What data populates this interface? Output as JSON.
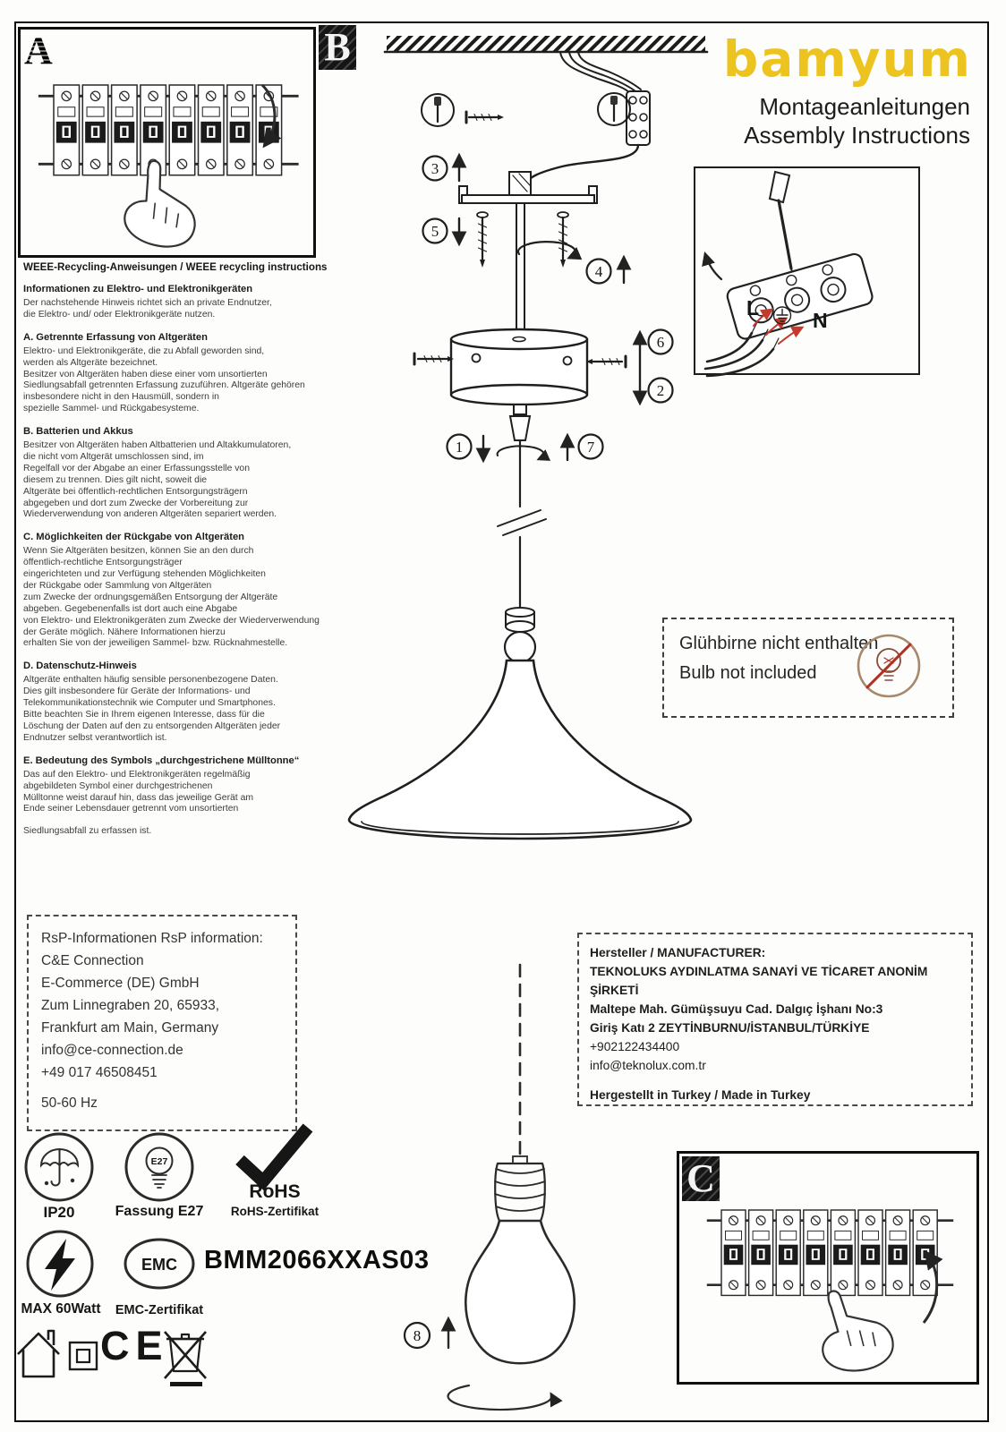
{
  "panels": {
    "a": "A",
    "b": "B",
    "c": "C"
  },
  "header": {
    "brand": "bamyum",
    "subtitle_de": "Montageanleitungen",
    "subtitle_en": "Assembly Instructions"
  },
  "steps": {
    "s1": "1",
    "s2": "2",
    "s3": "3",
    "s4": "4",
    "s5": "5",
    "s6": "6",
    "s7": "7",
    "s8": "8"
  },
  "wiring": {
    "l": "L",
    "n": "N"
  },
  "weee": {
    "title": "WEEE-Recycling-Anweisungen / WEEE recycling instructions",
    "sections": [
      {
        "heading": "Informationen zu Elektro- und Elektronikgeräten",
        "body": "Der nachstehende Hinweis richtet sich an private Endnutzer,\ndie Elektro- und/ oder Elektronikgeräte nutzen."
      },
      {
        "heading": "A. Getrennte Erfassung von Altgeräten",
        "body": "Elektro- und Elektronikgeräte, die zu Abfall geworden sind,\nwerden als Altgeräte bezeichnet.\nBesitzer von Altgeräten haben diese einer vom unsortierten\nSiedlungsabfall getrennten Erfassung zuzuführen. Altgeräte gehören\ninsbesondere nicht in den Hausmüll, sondern in\nspezielle Sammel- und Rückgabesysteme."
      },
      {
        "heading": "B. Batterien und Akkus",
        "body": "Besitzer von Altgeräten haben Altbatterien und Altakkumulatoren,\n die nicht vom Altgerät umschlossen sind, im\nRegelfall vor der Abgabe an einer Erfassungsstelle von\ndiesem zu trennen. Dies gilt nicht, soweit die\nAltgeräte bei öffentlich-rechtlichen Entsorgungsträgern\nabgegeben und dort zum Zwecke der Vorbereitung zur\nWiederverwendung von anderen Altgeräten separiert werden."
      },
      {
        "heading": "C. Möglichkeiten der Rückgabe von Altgeräten",
        "body": "Wenn Sie Altgeräten besitzen, können Sie an den durch\nöffentlich-rechtliche Entsorgungsträger\neingerichteten und zur Verfügung stehenden Möglichkeiten\nder Rückgabe oder Sammlung von Altgeräten\n zum Zwecke der ordnungsgemäßen Entsorgung der Altgeräte\nabgeben. Gegebenenfalls ist dort auch eine Abgabe\n von Elektro- und Elektronikgeräten zum Zwecke der Wiederverwendung\nder Geräte möglich. Nähere Informationen hierzu\nerhalten Sie von der jeweiligen Sammel- bzw. Rücknahmestelle."
      },
      {
        "heading": "D. Datenschutz-Hinweis",
        "body": "Altgeräte enthalten häufig sensible personenbezogene Daten.\nDies gilt insbesondere für Geräte der Informations- und\nTelekommunikationstechnik wie Computer und Smartphones.\n Bitte beachten Sie in Ihrem eigenen Interesse, dass für die\nLöschung der Daten auf den zu entsorgenden Altgeräten jeder\nEndnutzer selbst verantwortlich ist."
      },
      {
        "heading": "E. Bedeutung des Symbols „durchgestrichene Mülltonne“",
        "body": "Das auf den Elektro- und Elektronikgeräten regelmäßig\n abgebildeten Symbol einer durchgestrichenen\nMülltonne weist darauf hin, dass das jeweilige Gerät am\nEnde seiner Lebensdauer getrennt vom unsortierten"
      }
    ],
    "footer": "Siedlungsabfall zu erfassen ist."
  },
  "bulb_notice": {
    "line_de": "Glühbirne nicht enthalten",
    "line_en": "Bulb not included"
  },
  "rsp": {
    "title": "RsP-Informationen RsP information:",
    "lines": [
      "C&E Connection",
      "E-Commerce (DE) GmbH",
      "Zum Linnegraben 20, 65933,",
      "Frankfurt am Main, Germany",
      "info@ce-connection.de",
      "+49 017 46508451",
      "50-60 Hz"
    ]
  },
  "manufacturer": {
    "title": "Hersteller / MANUFACTURER:",
    "lines": [
      "TEKNOLUKS AYDINLATMA SANAYİ VE TİCARET ANONİM ŞİRKETİ",
      "Maltepe Mah. Gümüşsuyu Cad. Dalgıç İşhanı No:3",
      "Giriş Katı 2 ZEYTİNBURNU/İSTANBUL/TÜRKİYE"
    ],
    "phone": "+902122434400",
    "email": "info@teknolux.com.tr",
    "made_in": "Hergestellt in Turkey / Made in Turkey"
  },
  "certs": {
    "ip": "IP20",
    "socket_label": "Fassung E27",
    "e27_icon": "E27",
    "rohs": "RoHS",
    "rohs_cert": "RoHS-Zertifikat",
    "max_watt": "MAX 60Watt",
    "emc_icon": "EMC",
    "emc_cert": "EMC-Zertifikat",
    "model": "BMM2066XXAS03",
    "ce": "CE"
  },
  "colors": {
    "brand_yellow": "#edc41f",
    "arrow_red": "#c23b2c",
    "notice_circle": "#a8886b"
  }
}
